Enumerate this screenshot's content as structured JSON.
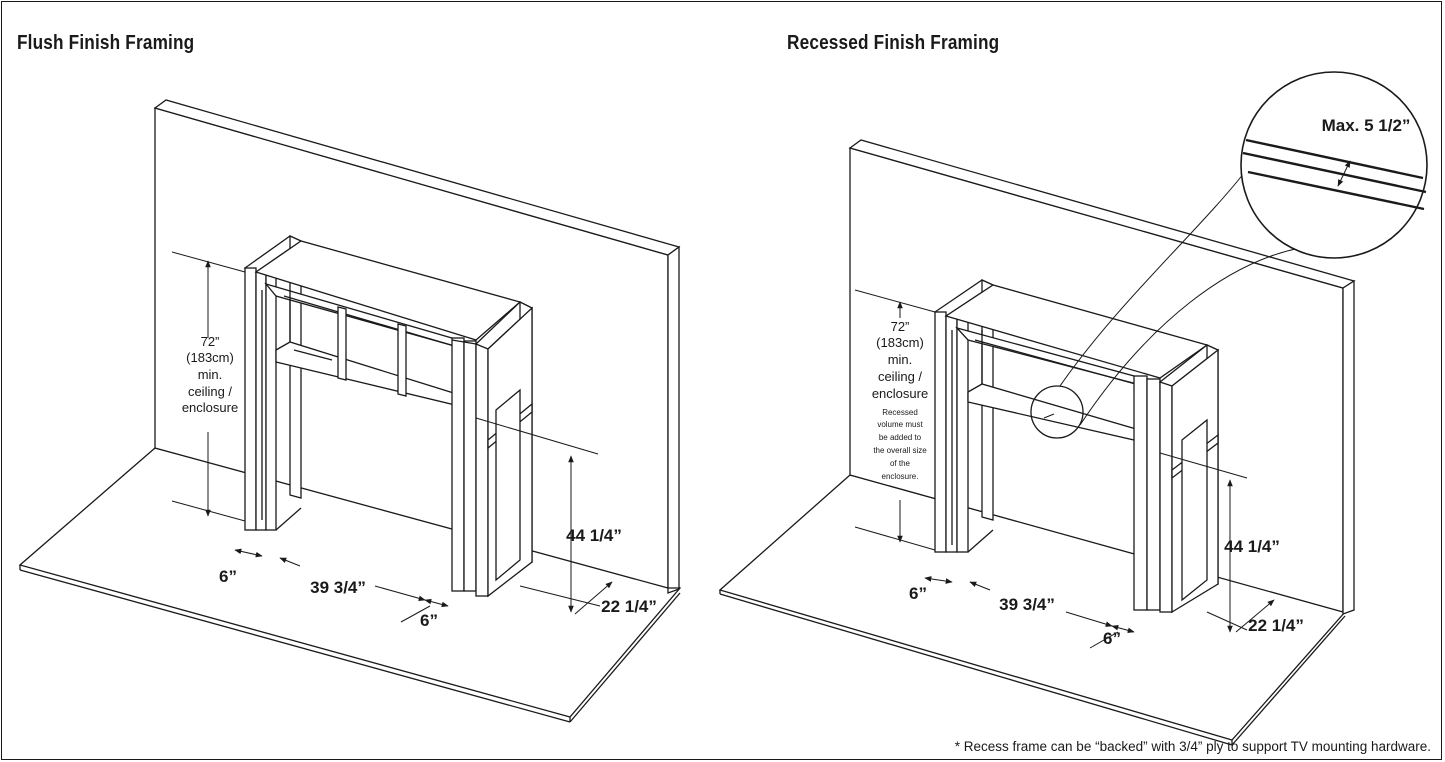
{
  "left_panel": {
    "title": "Flush Finish Framing",
    "height_note": [
      "72”",
      "(183cm)",
      "min.",
      "ceiling /",
      "enclosure"
    ],
    "dim_header_height": "44 1/4”",
    "dim_opening_width": "39 3/4”",
    "dim_left_post": "6”",
    "dim_right_post": "6”",
    "dim_depth": "22 1/4”"
  },
  "right_panel": {
    "title": "Recessed Finish Framing",
    "height_note": [
      "72”",
      "(183cm)",
      "min.",
      "ceiling /",
      "enclosure"
    ],
    "recess_note": [
      "Recessed",
      "volume must",
      "be added to",
      "the overall size",
      "of the",
      "enclosure."
    ],
    "magnifier_label": "Max. 5 1/2”",
    "dim_header_height": "44 1/4”",
    "dim_opening_width": "39 3/4”",
    "dim_left_post": "6”",
    "dim_right_post": "6”",
    "dim_depth": "22 1/4”"
  },
  "footnote": "* Recess frame can be “backed” with 3/4” ply to support TV mounting hardware.",
  "colors": {
    "line": "#1a1a1a",
    "background": "#ffffff"
  }
}
